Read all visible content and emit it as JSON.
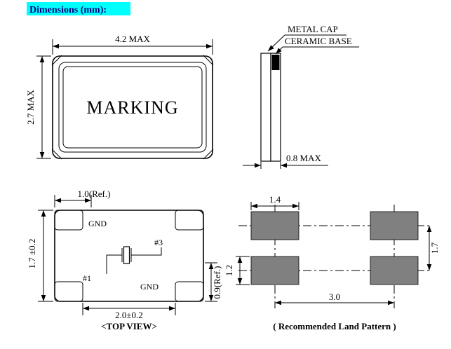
{
  "title": "Dimensions (mm):",
  "front_view": {
    "dim_width": "4.2 MAX",
    "dim_height": "2.7 MAX",
    "marking": "MARKING"
  },
  "side_view": {
    "label_metal_cap": "METAL CAP",
    "label_ceramic_base": "CERAMIC BASE",
    "dim_thickness": "0.8 MAX"
  },
  "top_view": {
    "dim_pad_width": "1.0(Ref.)",
    "dim_height": "1.7 ±0.2",
    "dim_pad_span": "2.0±0.2",
    "dim_pad_height": "0.9(Ref.)",
    "label_gnd_top": "GND",
    "label_pin3": "#3",
    "label_pin1": "#1",
    "label_gnd_bottom": "GND",
    "caption": "<TOP VIEW>"
  },
  "land_pattern": {
    "dim_pad_width": "1.4",
    "dim_row_pitch": "1.7",
    "dim_pad_height": "1.2",
    "dim_col_pitch": "3.0",
    "caption": "( Recommended Land Pattern )"
  },
  "colors": {
    "title_highlight": "#00ffff",
    "title_text": "#000080",
    "line": "#000000",
    "land_pad_fill": "#808080"
  }
}
